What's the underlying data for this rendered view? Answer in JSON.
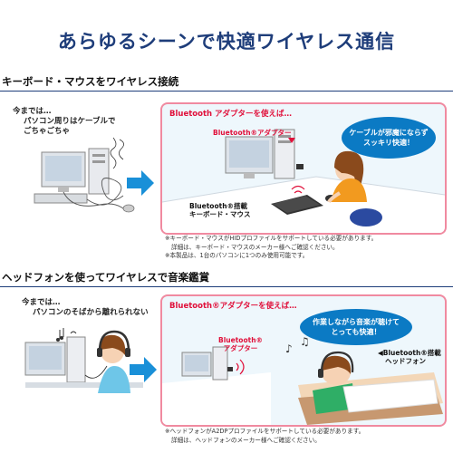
{
  "title": "あらゆるシーンで快適ワイヤレス通信",
  "section1": {
    "heading": "キーボード・マウスをワイヤレス接続",
    "before_line1": "今までは…",
    "before_line2": "パソコン周りはケーブルで",
    "before_line3": "ごちゃごちゃ",
    "panel_label": "Bluetooth アダプターを使えば…",
    "adapter_label": "Bluetooth®アダプター",
    "bubble_line1": "ケーブルが邪魔にならず",
    "bubble_line2": "スッキリ快適！",
    "device_label_line1": "Bluetooth®搭載",
    "device_label_line2": "キーボード・マウス",
    "note_line1": "※キーボード・マウスがHIDプロファイルをサポートしている必要があります。",
    "note_line2": "詳細は、キーボード・マウスのメーカー様へご確認ください。",
    "note_line3": "※本製品は、1台のパソコンに1つのみ使用可能です。"
  },
  "section2": {
    "heading": "ヘッドフォンを使ってワイヤレスで音楽鑑賞",
    "before_line1": "今までは…",
    "before_line2": "パソコンのそばから離れられない",
    "panel_label": "Bluetooth®アダプターを使えば…",
    "adapter_label_line1": "Bluetooth®",
    "adapter_label_line2": "アダプター",
    "bubble_line1": "作業しながら音楽が聴けて",
    "bubble_line2": "とっても快適！",
    "device_label_line1": "◀Bluetooth®搭載",
    "device_label_line2": "ヘッドフォン",
    "note_line1": "※ヘッドフォンがA2DPプロファイルをサポートしている必要があります。",
    "note_line2": "詳細は、ヘッドフォンのメーカー様へご確認ください。"
  },
  "colors": {
    "title": "#1e3d7a",
    "accent_red": "#e0103a",
    "panel_border": "#f08aa0",
    "panel_bg": "#eef7fc",
    "bubble": "#0b7ac4",
    "arrow": "#1a90d8"
  }
}
